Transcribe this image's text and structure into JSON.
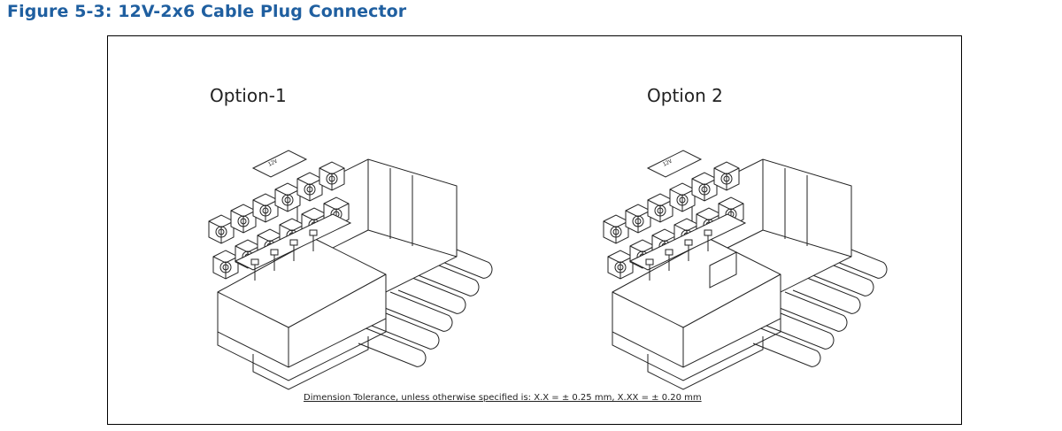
{
  "figure": {
    "title": "Figure 5-3: 12V-2x6 Cable Plug Connector"
  },
  "options": [
    {
      "label": "Option-1",
      "emboss": "12V"
    },
    {
      "label": "Option 2",
      "emboss": "12V"
    }
  ],
  "note": {
    "text": "Dimension Tolerance, unless otherwise specified is:  X.X = ± 0.25 mm, X.XX = ± 0.20 mm"
  }
}
